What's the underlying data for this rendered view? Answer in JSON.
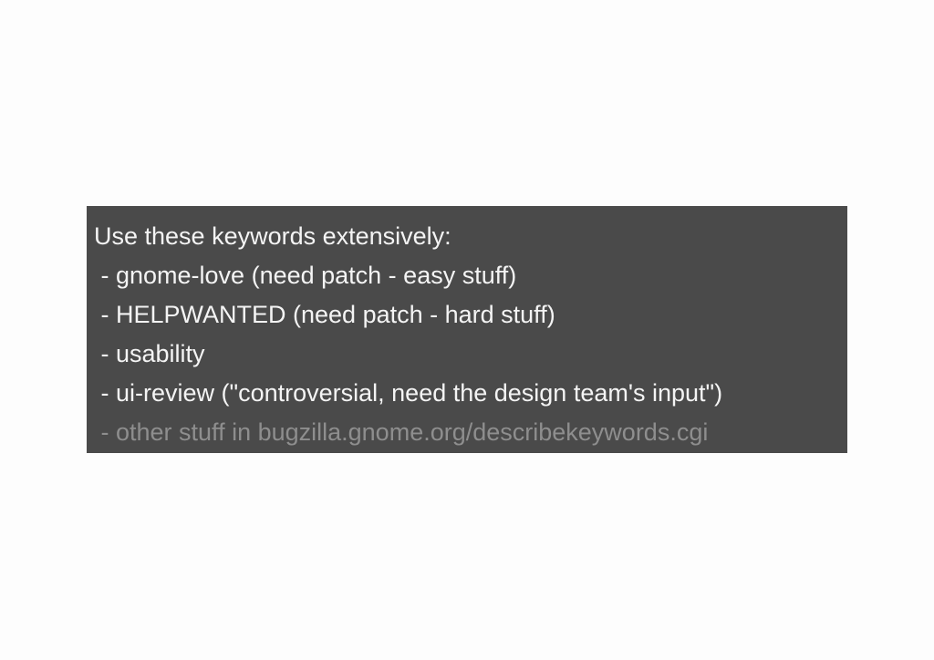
{
  "slide": {
    "heading": "Use these keywords extensively:",
    "items": [
      " - gnome-love (need patch - easy stuff)",
      " - HELPWANTED (need patch - hard stuff)",
      " - usability",
      " - ui-review (\"controversial, need the design team's input\")",
      " - other stuff in bugzilla.gnome.org/describekeywords.cgi"
    ]
  },
  "colors": {
    "box": "#4a4a4a",
    "text": "#f4f4f4",
    "dim_text": "#8e8e8e"
  }
}
